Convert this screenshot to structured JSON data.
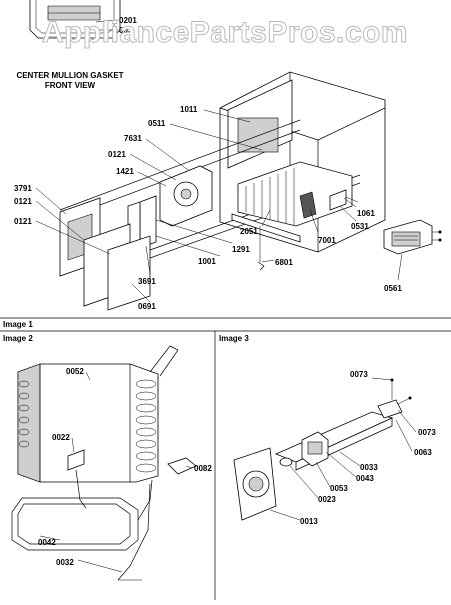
{
  "watermark": "AppliancePartsPros.com",
  "inset": {
    "label_a": "0201",
    "label_b": "003",
    "caption_line1": "CENTER MULLION GASKET",
    "caption_line2": "FRONT VIEW"
  },
  "main": {
    "labels": [
      "1011",
      "0511",
      "7631",
      "0121",
      "1421",
      "3791",
      "0121",
      "0121",
      "2051",
      "1061",
      "0531",
      "7001",
      "1291",
      "1001",
      "6801",
      "3691",
      "0691",
      "0561"
    ]
  },
  "image1": {
    "title": "Image 1"
  },
  "image2": {
    "title": "Image 2",
    "labels": [
      "0052",
      "0022",
      "0082",
      "0042",
      "0032"
    ]
  },
  "image3": {
    "title": "Image 3",
    "labels": [
      "0073",
      "0073",
      "0063",
      "0033",
      "0043",
      "0053",
      "0023",
      "0013"
    ]
  }
}
